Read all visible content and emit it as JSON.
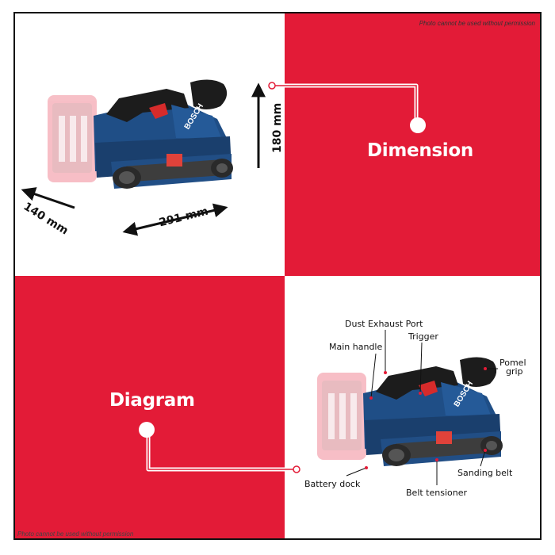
{
  "notice": {
    "top": "Photo cannot be used without permission",
    "bottom": "Photo cannot be used without permission"
  },
  "sections": {
    "dimension": "Dimension",
    "diagram": "Diagram"
  },
  "dimensions": {
    "height": "180 mm",
    "depth": "140 mm",
    "length": "291 mm"
  },
  "callouts": {
    "dust_exhaust_port": "Dust Exhaust Port",
    "main_handle": "Main handle",
    "trigger": "Trigger",
    "pomel": "Pomel",
    "grip": "grip",
    "battery_dock": "Battery dock",
    "sanding_belt": "Sanding belt",
    "belt_tensioner": "Belt tensioner"
  },
  "product": {
    "brand": "BOSCH"
  },
  "colors": {
    "accent_red": "#e31b37",
    "tool_blue": "#1f4e86",
    "tool_black": "#1c1c1c",
    "trigger_red": "#d62b2b",
    "frame": "#111111"
  }
}
